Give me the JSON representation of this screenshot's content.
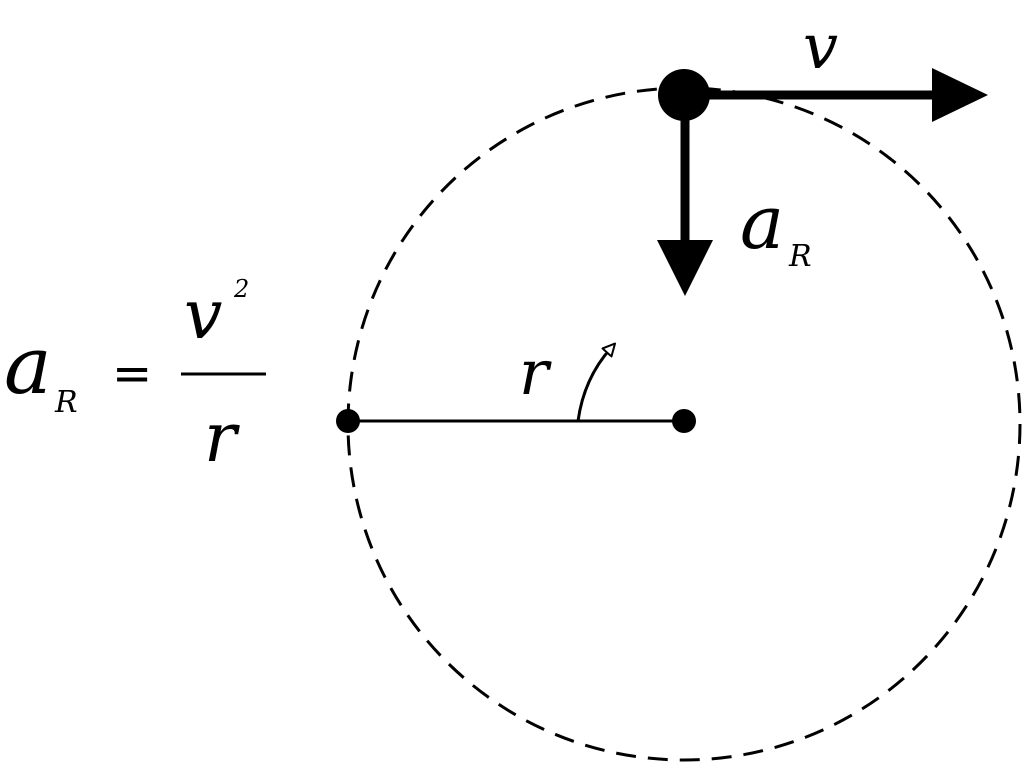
{
  "colors": {
    "ink": "#000000",
    "background": "#ffffff"
  },
  "formula": {
    "lhs": {
      "symbol": "a",
      "subscript": "R"
    },
    "equals": "=",
    "numerator": {
      "symbol": "v",
      "superscript": "2"
    },
    "denominator": "r"
  },
  "diagram": {
    "velocity_label": "v",
    "acceleration_label": {
      "symbol": "a",
      "subscript": "R"
    },
    "radius_label": "r"
  }
}
